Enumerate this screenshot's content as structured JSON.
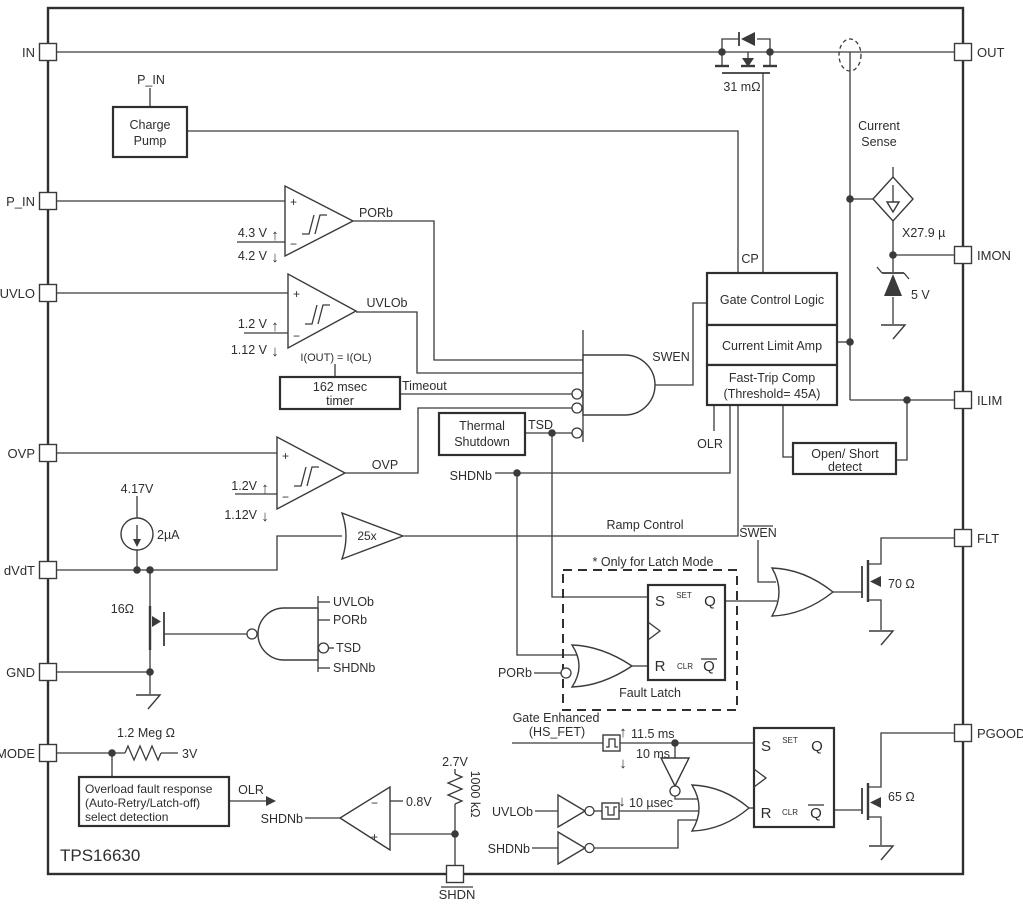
{
  "part_number": "TPS16630",
  "pins": {
    "left": [
      {
        "label": "IN"
      },
      {
        "label": "P_IN"
      },
      {
        "label": "UVLO"
      },
      {
        "label": "OVP"
      },
      {
        "label": "dVdT"
      },
      {
        "label": "GND"
      },
      {
        "label": "MODE"
      }
    ],
    "right": [
      {
        "label": "OUT"
      },
      {
        "label": "IMON"
      },
      {
        "label": "ILIM"
      },
      {
        "label": "FLT"
      },
      {
        "label": "PGOOD"
      }
    ],
    "bottom": [
      {
        "label": "SHDN"
      }
    ]
  },
  "top": {
    "charge_pump_input": "P_IN",
    "charge_pump_line1": "Charge",
    "charge_pump_line2": "Pump",
    "fet_rds": "31 mΩ",
    "cp_label": "CP"
  },
  "sense": {
    "label_line1": "Current",
    "label_line2": "Sense",
    "gain": "X27.9 µ",
    "zener": "5 V"
  },
  "comparators": {
    "plus": "+",
    "minus": "−",
    "por": {
      "rise": "4.3 V",
      "fall": "4.2 V",
      "output": "PORb"
    },
    "uvlo": {
      "rise": "1.2 V",
      "fall": "1.12 V",
      "output": "UVLOb"
    },
    "ovp": {
      "rise": "1.2V",
      "fall": "1.12V",
      "output": "OVP"
    },
    "mode_cmp": {
      "ref": "0.8V",
      "output": "SHDNb"
    }
  },
  "timer": {
    "label": "I(OUT) = I(OL)",
    "line1": "162 msec",
    "line2": "timer",
    "output": "Timeout"
  },
  "thermal": {
    "line1": "Thermal",
    "line2": "Shutdown",
    "output": "TSD"
  },
  "gate_block": {
    "row1": "Gate Control Logic",
    "row2": "Current Limit Amp",
    "row3a": "Fast-Trip Comp",
    "row3b": "(Threshold= 45A)"
  },
  "open_short": {
    "line1": "Open/ Short",
    "line2": "detect"
  },
  "signals": {
    "swen": "SWEN",
    "swen_bar": "SWEN",
    "shdnb": "SHDNb",
    "olr": "OLR",
    "ramp": "Ramp Control"
  },
  "soft_start": {
    "cap_voltage": "4.17V",
    "current": "2µA",
    "gain": "25x",
    "fet_r": "16Ω"
  },
  "nand": {
    "in1": "UVLOb",
    "in2": "PORb",
    "in3": "TSD",
    "in4": "SHDNb"
  },
  "latch": {
    "s": "S",
    "set": "SET",
    "q": "Q",
    "r": "R",
    "clr": "CLR",
    "qbar": "Q"
  },
  "fault_latch": {
    "note": "* Only for Latch Mode",
    "caption": "Fault Latch",
    "or_in": "PORb"
  },
  "flt": {
    "fet_r": "70 Ω"
  },
  "pgood": {
    "gate_enh1": "Gate Enhanced",
    "gate_enh2": "(HS_FET)",
    "t_on": "11.5 ms",
    "t_off": "10 ms",
    "t_deglitch": "10 µsec",
    "in1": "UVLOb",
    "in2": "SHDNb",
    "fet_r": "65 Ω"
  },
  "mode": {
    "res": "1.2 Meg Ω",
    "pullup": "3V",
    "box1": "Overload fault response",
    "box2": "(Auto-Retry/Latch-off)",
    "box3": "select detection",
    "out": "OLR"
  },
  "shdn": {
    "supply": "2.7V",
    "res": "1000 kΩ"
  },
  "icons": {
    "up_arrow": "↑",
    "down_arrow": "↓"
  }
}
